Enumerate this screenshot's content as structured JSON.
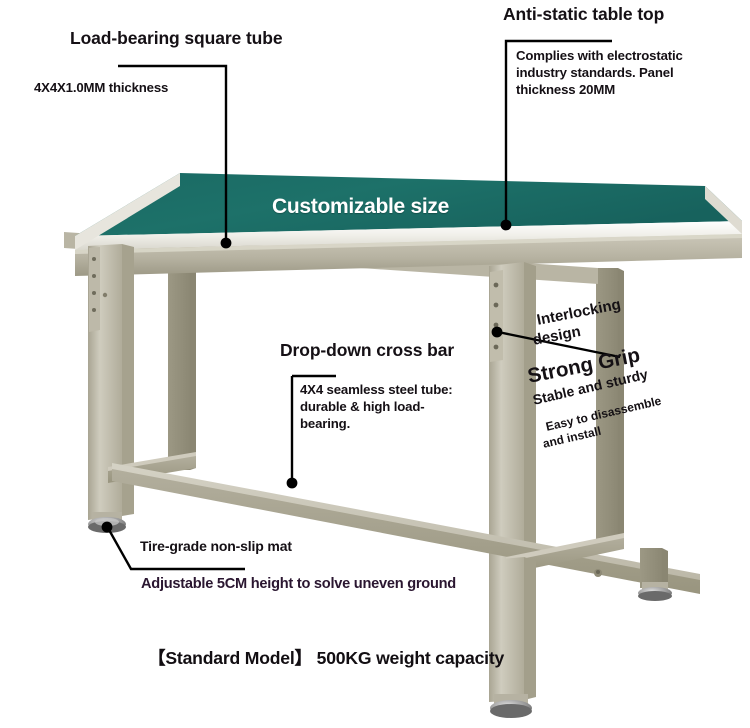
{
  "product": {
    "type": "anti-static workbench diagram",
    "top_label": "Customizable size",
    "footer": "【Standard Model】 500KG weight capacity"
  },
  "colors": {
    "table_top": "#1c6f69",
    "table_top_shade": "#17625d",
    "edge_band": "#f2f1ee",
    "frame_light": "#cdc9bb",
    "frame_mid": "#b4b0a0",
    "frame_dark": "#98947f",
    "foot": "#8d8d8d",
    "text": "#151015",
    "accent_text": "#2a1630",
    "leader": "#000000"
  },
  "callouts": [
    {
      "id": "load-bearing-square-tube",
      "title": "Load-bearing square tube",
      "detail": "4X4X1.0MM thickness"
    },
    {
      "id": "anti-static-table-top",
      "title": "Anti-static table top",
      "detail": "Complies with electrostatic\nindustry standards. Panel\nthickness 20MM"
    },
    {
      "id": "drop-down-cross-bar",
      "title": "Drop-down cross bar",
      "detail": "4X4 seamless steel tube:\ndurable & high load-\nbearing."
    },
    {
      "id": "tire-grade-non-slip-mat",
      "title": "Tire-grade non-slip mat",
      "detail": "Adjustable 5CM height to solve uneven ground"
    }
  ],
  "tilted_labels": [
    {
      "id": "interlocking-design",
      "text": "Interlocking\ndesign",
      "size": 15
    },
    {
      "id": "strong-grip",
      "text": "Strong Grip",
      "size": 20
    },
    {
      "id": "stable-and-sturdy",
      "text": "Stable and sturdy",
      "size": 14
    },
    {
      "id": "easy-to-disassemble",
      "text": "Easy to disassemble\nand install",
      "size": 12
    }
  ],
  "text": {
    "load_bearing_title": "Load-bearing square tube",
    "load_bearing_detail": "4X4X1.0MM thickness",
    "antistatic_title": "Anti-static table top",
    "antistatic_l1": "Complies with electrostatic",
    "antistatic_l2": "industry standards. Panel",
    "antistatic_l3": "thickness 20MM",
    "crossbar_title": "Drop-down cross bar",
    "crossbar_l1": "4X4 seamless steel tube:",
    "crossbar_l2": "durable & high load-",
    "crossbar_l3": "bearing.",
    "mat_title": "Tire-grade non-slip mat",
    "adjustable": "Adjustable 5CM height to solve uneven ground",
    "customizable": "Customizable size",
    "standard_model": "【Standard Model】 500KG weight capacity",
    "interlocking_l1": "Interlocking",
    "interlocking_l2": "design",
    "strong_grip": "Strong Grip",
    "stable_sturdy": "Stable and sturdy",
    "easy_l1": "Easy to disassemble",
    "easy_l2": "and install"
  }
}
